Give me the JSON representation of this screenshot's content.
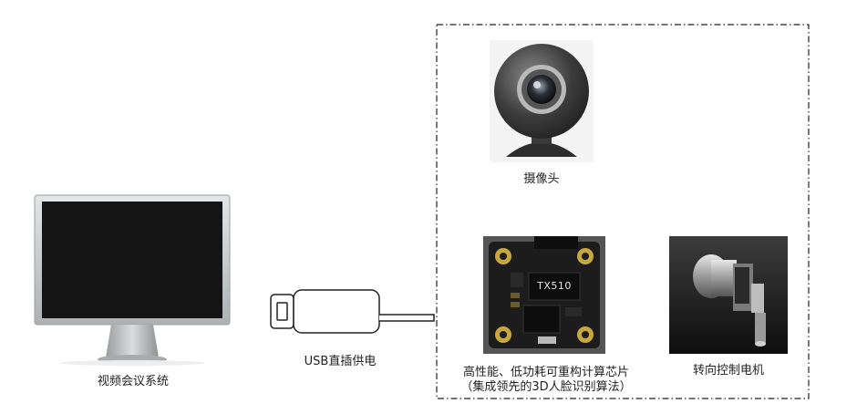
{
  "monitor": {
    "label": "视频会议系统"
  },
  "usb": {
    "label": "USB直插供电"
  },
  "camera": {
    "label": "摄像头"
  },
  "chip": {
    "board_text": "TX510",
    "label_line1": "高性能、低功耗可重构计算芯片",
    "label_line2": "（集成领先的3D人脸识别算法）"
  },
  "motor": {
    "label": "转向控制电机"
  },
  "colors": {
    "frame_border": "#222222",
    "pcb": "#1c1c1c",
    "screen": "#141414",
    "bezel": "#c9cbcd"
  }
}
